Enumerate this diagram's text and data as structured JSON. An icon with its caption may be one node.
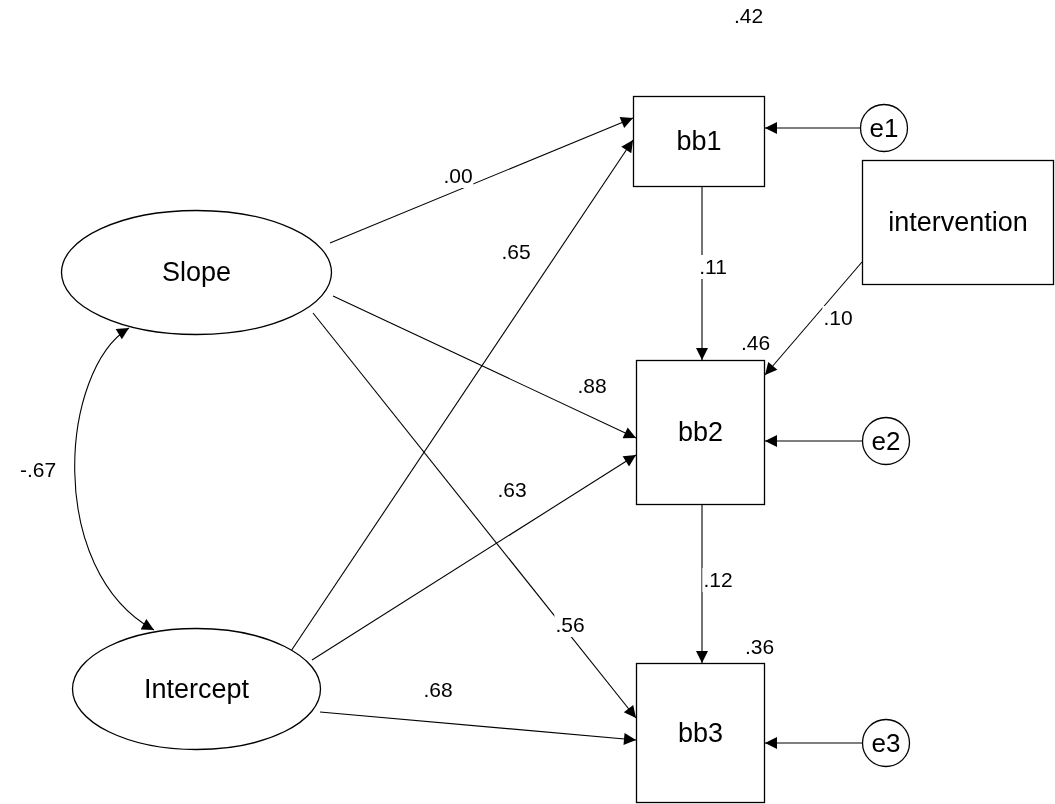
{
  "diagram": {
    "nodes": [
      {
        "text": [
          "Slope"
        ]
      },
      {
        "text": [
          "Intercept"
        ]
      },
      {
        "text": [
          "bb1"
        ],
        "beside": [
          ".42"
        ]
      },
      {
        "text": [
          "intervention"
        ]
      },
      {
        "text": [
          "bb2"
        ],
        "beside": [
          ".46"
        ]
      },
      {
        "text": [
          "bb3"
        ],
        "beside": [
          ".36"
        ]
      },
      {
        "text": [
          "e1"
        ]
      },
      {
        "text": [
          "e2"
        ]
      },
      {
        "text": [
          "e3"
        ]
      }
    ],
    "edges": [
      {
        "from": 0,
        "to": 2,
        "arrow": "to",
        "label": ".00"
      },
      {
        "from": 0,
        "to": 4,
        "arrow": "to",
        "label": ".88"
      },
      {
        "from": 0,
        "to": 5,
        "arrow": "to",
        "label": ".56"
      },
      {
        "from": 1,
        "to": 2,
        "arrow": "to",
        "label": ".65"
      },
      {
        "from": 1,
        "to": 4,
        "arrow": "to",
        "label": ".63"
      },
      {
        "from": 1,
        "to": 5,
        "arrow": "to",
        "label": ".68"
      },
      {
        "from": 2,
        "to": 4,
        "arrow": "to",
        "label": ".11"
      },
      {
        "from": 3,
        "to": 4,
        "arrow": "to",
        "label": ".10"
      },
      {
        "from": 4,
        "to": 5,
        "arrow": "to",
        "label": ".12"
      },
      {
        "from": 6,
        "to": 2,
        "arrow": "to"
      },
      {
        "from": 7,
        "to": 4,
        "arrow": "to"
      },
      {
        "from": 8,
        "to": 5,
        "arrow": "to"
      },
      {
        "from": 0,
        "to": 1,
        "arrow": "both",
        "label": "-.67"
      }
    ]
  }
}
